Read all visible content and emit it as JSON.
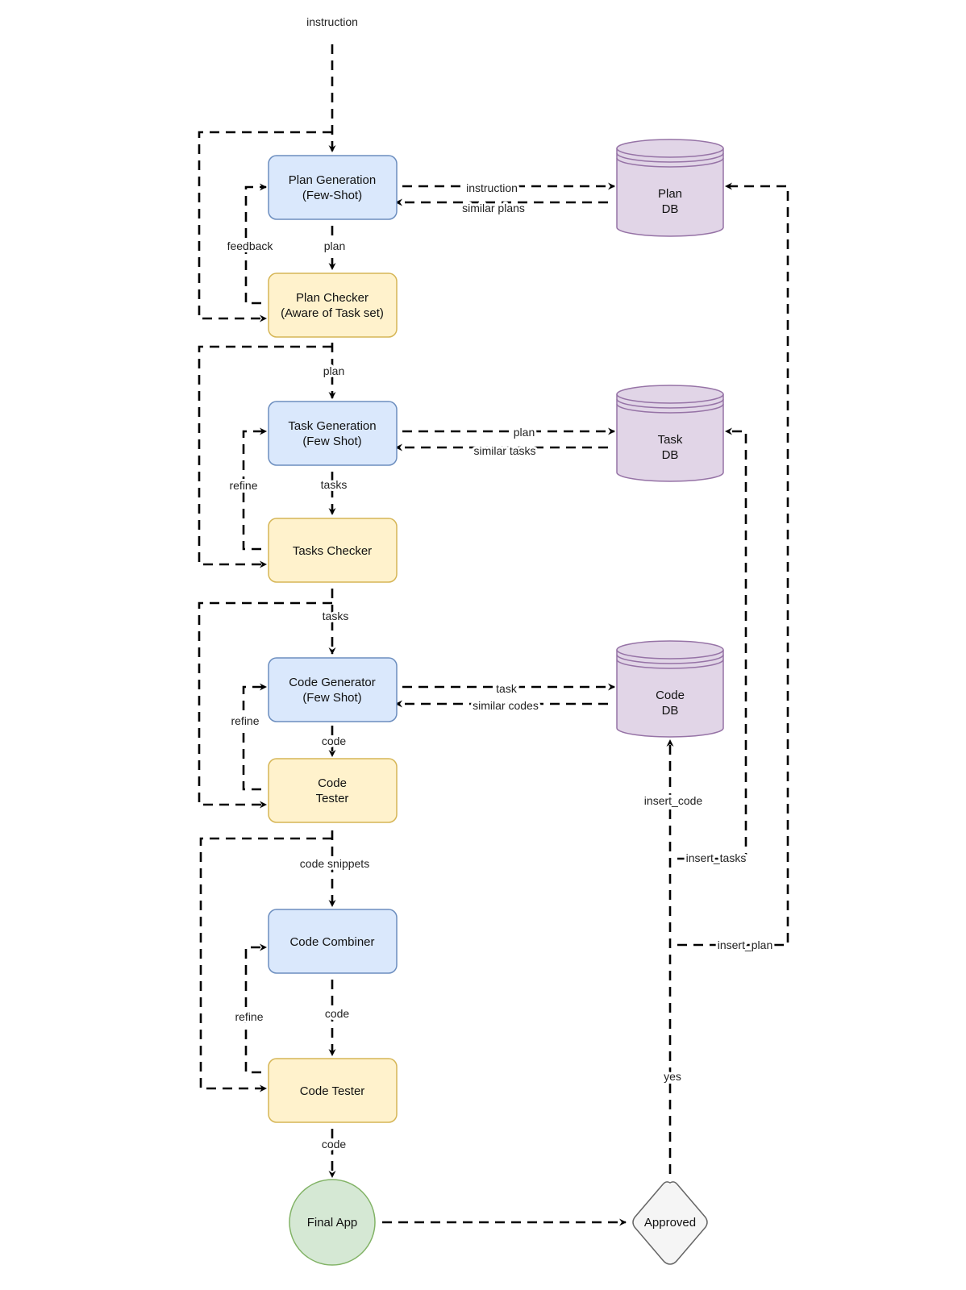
{
  "colors": {
    "process_fill": "#dae8fc",
    "process_stroke": "#6c8ebf",
    "checker_fill": "#fff2cc",
    "checker_stroke": "#d6b656",
    "db_fill": "#e1d5e7",
    "db_stroke": "#9673a6",
    "final_fill": "#d5e8d4",
    "final_stroke": "#82b366",
    "decision_fill": "#f5f5f5",
    "decision_stroke": "#666666"
  },
  "nodes": {
    "plan_generation": {
      "line1": "Plan Generation",
      "line2": "(Few-Shot)"
    },
    "plan_checker": {
      "line1": "Plan Checker",
      "line2": "(Aware of Task set)"
    },
    "task_generation": {
      "line1": "Task Generation",
      "line2": "(Few Shot)"
    },
    "tasks_checker": {
      "line1": "Tasks Checker"
    },
    "code_generator": {
      "line1": "Code Generator",
      "line2": "(Few Shot)"
    },
    "code_tester_1": {
      "line1": "Code",
      "line2": "Tester"
    },
    "code_combiner": {
      "line1": "Code Combiner"
    },
    "code_tester_2": {
      "line1": "Code Tester"
    },
    "final_app": {
      "line1": "Final App"
    },
    "approved": {
      "line1": "Approved"
    },
    "plan_db": {
      "line1": "Plan",
      "line2": "DB"
    },
    "task_db": {
      "line1": "Task",
      "line2": "DB"
    },
    "code_db": {
      "line1": "Code",
      "line2": "DB"
    }
  },
  "edges": {
    "instruction_in": "instruction",
    "plan_1": "plan",
    "feedback": "feedback",
    "instruction_to_db": "instruction",
    "similar_plans": "similar plans",
    "plan_2": "plan",
    "plan_to_task_db": "plan",
    "similar_tasks": "similar tasks",
    "tasks_1": "tasks",
    "refine_1": "refine",
    "tasks_2": "tasks",
    "task_to_code_db": "task",
    "similar_codes": "similar codes",
    "refine_2": "refine",
    "code_1": "code",
    "code_snippets": "code snippets",
    "refine_3": "refine",
    "code_2": "code",
    "code_3": "code",
    "insert_code": "insert_code",
    "insert_tasks": "insert_tasks",
    "insert_plan": "insert_plan",
    "yes": "yes"
  }
}
